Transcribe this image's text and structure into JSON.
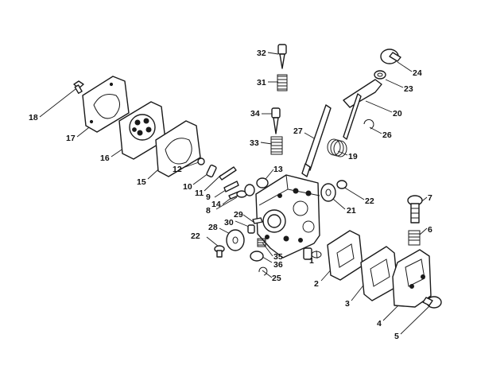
{
  "labels": {
    "l1": "1",
    "l2": "2",
    "l3": "3",
    "l4": "4",
    "l5": "5",
    "l6": "6",
    "l7": "7",
    "l8": "8",
    "l9": "9",
    "l10": "10",
    "l11": "11",
    "l12": "12",
    "l13": "13",
    "l14": "14",
    "l15": "15",
    "l16": "16",
    "l17": "17",
    "l18": "18",
    "l19": "19",
    "l20": "20",
    "l21": "21",
    "l22a": "22",
    "l22b": "22",
    "l23": "23",
    "l24": "24",
    "l25": "25",
    "l26": "26",
    "l27": "27",
    "l28": "28",
    "l29": "29",
    "l30": "30",
    "l31": "31",
    "l32": "32",
    "l33": "33",
    "l34": "34",
    "l35": "35",
    "l36": "36"
  }
}
